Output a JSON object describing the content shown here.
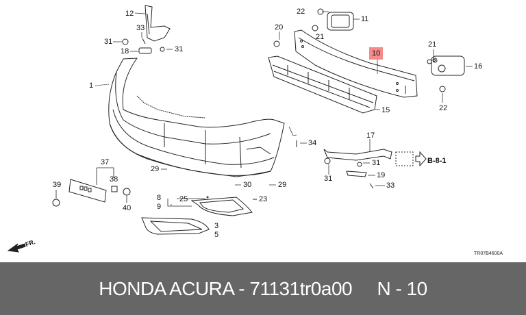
{
  "diagram": {
    "drawing_code": "TR07B4600A",
    "direction_label": "FR.",
    "reference_label": "B-8-1",
    "highlighted_callout": "10",
    "highlight_color": "#f48a8a",
    "callouts": {
      "c1": "1",
      "c3": "3",
      "c5": "5",
      "c8": "8",
      "c9": "9",
      "c10": "10",
      "c11": "11",
      "c12": "12",
      "c15": "15",
      "c16": "16",
      "c17": "17",
      "c18": "18",
      "c19": "19",
      "c20": "20",
      "c21a": "21",
      "c21b": "21",
      "c22a": "22",
      "c22b": "22",
      "c23": "23",
      "c25": "25",
      "c29a": "29",
      "c29b": "29",
      "c30": "30",
      "c31a": "31",
      "c31b": "31",
      "c31c": "31",
      "c31d": "31",
      "c33a": "33",
      "c33b": "33",
      "c34": "34",
      "c37": "37",
      "c38": "38",
      "c39": "39",
      "c40": "40"
    }
  },
  "footer": {
    "brand": "HONDA ACURA",
    "separator": " - ",
    "part_number": "71131tr0a00",
    "position": "N - 10",
    "background": "#666666"
  }
}
